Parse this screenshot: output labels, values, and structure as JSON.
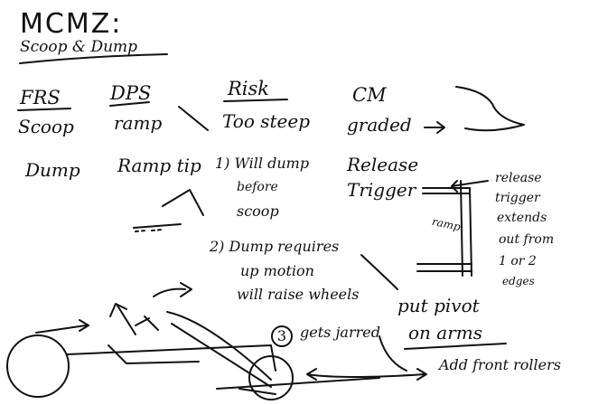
{
  "title": "MCMZ:",
  "subtitle": "Scoop & Dump",
  "headers": {
    "frs": "FRS",
    "dps": "DPS",
    "risk": "Risk",
    "cm": "CM"
  },
  "row1": {
    "frs": "Scoop",
    "dps": "ramp",
    "risk": "Too steep",
    "cm": "graded"
  },
  "row2": {
    "frs": "Dump",
    "dps": "Ramp tip"
  },
  "risks": {
    "r1": [
      "1) Will dump",
      "before",
      "scoop"
    ],
    "r2": [
      "2) Dump requires",
      "up motion",
      "will raise wheels"
    ],
    "r3_num": "3",
    "r3": "gets jarred"
  },
  "release": [
    "Release",
    "Trigger"
  ],
  "ramp_label": "ramp",
  "side_note": [
    "release",
    "trigger",
    "extends",
    "out from",
    "1 or 2",
    "edges"
  ],
  "pivot": [
    "put pivot",
    "on arms"
  ],
  "rollers": "Add front rollers",
  "ink_color": "#111111"
}
